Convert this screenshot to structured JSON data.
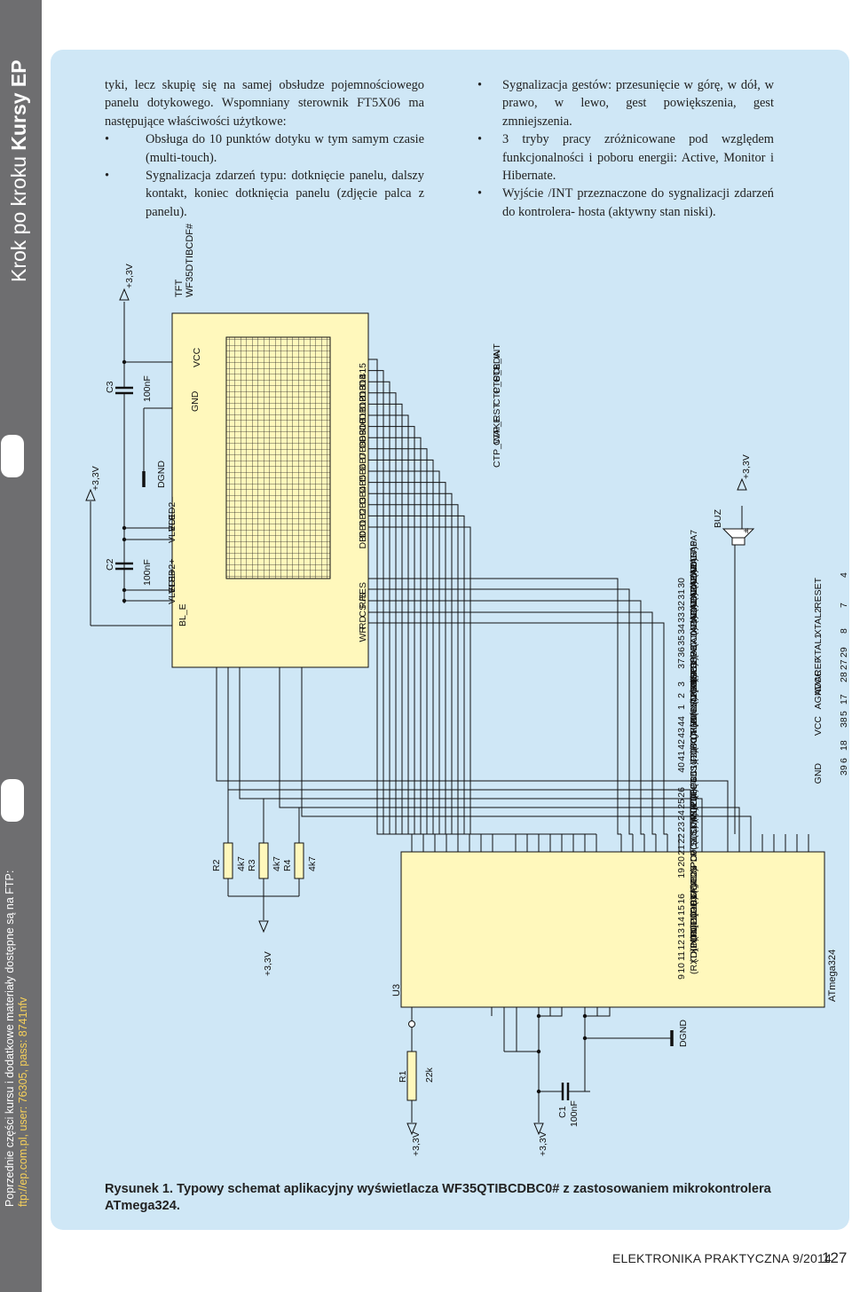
{
  "sidebar": {
    "section": "Krok po kroku",
    "series": "Kursy EP",
    "note_line1": "Poprzednie części kursu i dodatkowe materiały dostępne są na FTP:",
    "note_link": "ftp://ep.com.pl",
    "note_credentials": ", user: 76305, pass: 8741nfv"
  },
  "article": {
    "intro": "tyki, lecz skupię się na samej obsłudze pojemnościowego panelu dotykowego. Wspomniany sterownik FT5X06 ma następujące właściwości użytkowe:",
    "left_bullets": [
      "Obsługa do 10 punktów dotyku w tym samym czasie (multi-touch).",
      "Sygnalizacja zdarzeń typu: dotknięcie panelu, dalszy kontakt, koniec dotknięcia panelu (zdjęcie palca z panelu)."
    ],
    "right_bullets": [
      "Sygnalizacja gestów: przesunięcie w górę, w dół, w prawo, w lewo, gest powiększenia, gest zmniejszenia.",
      "3 tryby pracy zróżnicowane pod względem funkcjonalności i poboru energii: Active, Monitor i Hibernate.",
      "Wyjście /INT przeznaczone do sygnalizacji zdarzeń do kontrolera- hosta (aktywny stan niski)."
    ]
  },
  "figure": {
    "label": "Rysunek 1.",
    "caption": "Typowy schemat aplikacyjny wyświetlacza WF35QTIBCDBC0# z zastosowaniem mikrokontrolera ATmega324."
  },
  "schematic": {
    "tft": {
      "ref": "TFT",
      "part": "WF35DTIBCDF#",
      "pins_top": [
        "VCC",
        "GND",
        "VLED2–",
        "VLED1–",
        "VLED2+",
        "VLED1+",
        "BL_E"
      ],
      "pins_ctp": [
        "CTP_INT",
        "CTP_SDA",
        "CTP_SCL",
        "CTP_RST",
        "CTP_WAKE"
      ],
      "pins_db": [
        "DB15",
        "DB14",
        "DB13",
        "DB12",
        "DB11",
        "DB10",
        "DB9",
        "DB8",
        "DB7",
        "DB6",
        "DB5",
        "DB4",
        "DB3",
        "DB2",
        "DB1",
        "DB0"
      ],
      "pins_ctrl": [
        "RES",
        "R/S",
        "CS",
        "RD",
        "WR"
      ]
    },
    "mcu": {
      "ref": "U3",
      "part": "ATmega324",
      "left_pins": [
        {
          "num": "4",
          "name": "RESET"
        },
        {
          "num": "7",
          "name": "XTAL2"
        },
        {
          "num": "8",
          "name": "XTAL1"
        },
        {
          "num": "29",
          "name": "AREF"
        },
        {
          "num": "27",
          "name": "AVCC"
        },
        {
          "num": "28",
          "name": "AGND"
        },
        {
          "num": "17",
          "name": ""
        },
        {
          "num": "5",
          "name": "VCC"
        },
        {
          "num": "38",
          "name": ""
        },
        {
          "num": "18",
          "name": ""
        },
        {
          "num": "6",
          "name": "GND"
        },
        {
          "num": "39",
          "name": ""
        }
      ],
      "right_pins": [
        {
          "num": "30",
          "name": "(ADC7)PA7"
        },
        {
          "num": "31",
          "name": "(ADC6)PA6"
        },
        {
          "num": "32",
          "name": "(ADC5)PA5"
        },
        {
          "num": "33",
          "name": "(ADC4)PA4"
        },
        {
          "num": "34",
          "name": "(ADC3)PA3"
        },
        {
          "num": "35",
          "name": "(ADC2)PA2"
        },
        {
          "num": "36",
          "name": "(ADC1)PA1"
        },
        {
          "num": "37",
          "name": "(ADC0)PA0"
        },
        {
          "num": "3",
          "name": "(SCL)PB7"
        },
        {
          "num": "2",
          "name": "(MISO)PB6"
        },
        {
          "num": "1",
          "name": "(MOSI)PB5"
        },
        {
          "num": "44",
          "name": "(SS)PB4"
        },
        {
          "num": "43",
          "name": "(AIN1/OC0)PB3"
        },
        {
          "num": "42",
          "name": "(AIN0/INT2)PB2"
        },
        {
          "num": "41",
          "name": "(T1)PB1"
        },
        {
          "num": "40",
          "name": "(T0/XCK)B0"
        },
        {
          "num": "26",
          "name": "(TOSC2)PC7"
        },
        {
          "num": "25",
          "name": "(TOSC1)PC6"
        },
        {
          "num": "24",
          "name": "(TDI)PC5"
        },
        {
          "num": "23",
          "name": "(TDO)PC4"
        },
        {
          "num": "22",
          "name": "(TMS)PC3"
        },
        {
          "num": "21",
          "name": "(TCK)PC2"
        },
        {
          "num": "20",
          "name": "PC1(SDA)"
        },
        {
          "num": "19",
          "name": "PC0(SCL)"
        },
        {
          "num": "16",
          "name": "(OC2)PD7"
        },
        {
          "num": "15",
          "name": "(ICP)PD6"
        },
        {
          "num": "14",
          "name": "(OC1A)PD5"
        },
        {
          "num": "13",
          "name": "(OC1B)PD4"
        },
        {
          "num": "12",
          "name": "(INT1)PD3"
        },
        {
          "num": "11",
          "name": "(INT0)PD2"
        },
        {
          "num": "10",
          "name": "(TXD)PD1"
        },
        {
          "num": "9",
          "name": "(RXD)PD0"
        }
      ]
    },
    "passives": {
      "C1": {
        "ref": "C1",
        "value": "100nF"
      },
      "C2": {
        "ref": "C2",
        "value": "100nF"
      },
      "C3": {
        "ref": "C3",
        "value": "100nF"
      },
      "R1": {
        "ref": "R1",
        "value": "22k"
      },
      "R2": {
        "ref": "R2",
        "value": "4k7"
      },
      "R3": {
        "ref": "R3",
        "value": "4k7"
      },
      "R4": {
        "ref": "R4",
        "value": "4k7"
      },
      "BUZ": {
        "ref": "BUZ",
        "minus": "–",
        "plus": "+"
      }
    },
    "nets": {
      "vcc": "+3,3V",
      "gnd": "DGND"
    }
  },
  "footer": {
    "magazine": "ELEKTRONIKA PRAKTYCZNA 9/2014",
    "page": "127"
  },
  "colors": {
    "sidebar": "#6e6e70",
    "panel": "#cfe7f6",
    "ic_fill": "#fff8bc",
    "link": "#f7d15a"
  }
}
